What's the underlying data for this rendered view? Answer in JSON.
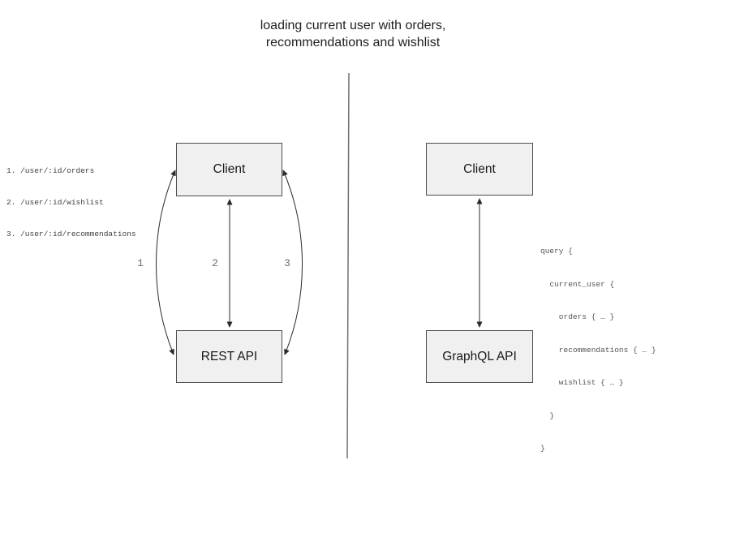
{
  "title": {
    "line1": "loading current user with orders,",
    "line2": "recommendations and wishlist"
  },
  "rest_panel": {
    "client_label": "Client",
    "api_label": "REST API",
    "endpoints": [
      "1. /user/:id/orders",
      "2. /user/:id/wishlist",
      "3. /user/:id/recommendations"
    ],
    "arrow_labels": [
      "1",
      "2",
      "3"
    ]
  },
  "graphql_panel": {
    "client_label": "Client",
    "api_label": "GraphQL API",
    "query_lines": [
      "query {",
      "  current_user {",
      "    orders { … }",
      "    recommendations { … }",
      "    wishlist { … }",
      "  }",
      "}"
    ]
  },
  "colors": {
    "background": "#ffffff",
    "box_fill": "#f0f0f0",
    "box_border": "#4d4d4d",
    "arrow": "#2b2b2b",
    "divider": "#707070",
    "label_gray": "#6b6b6b",
    "code_text": "#4a4a4a"
  }
}
